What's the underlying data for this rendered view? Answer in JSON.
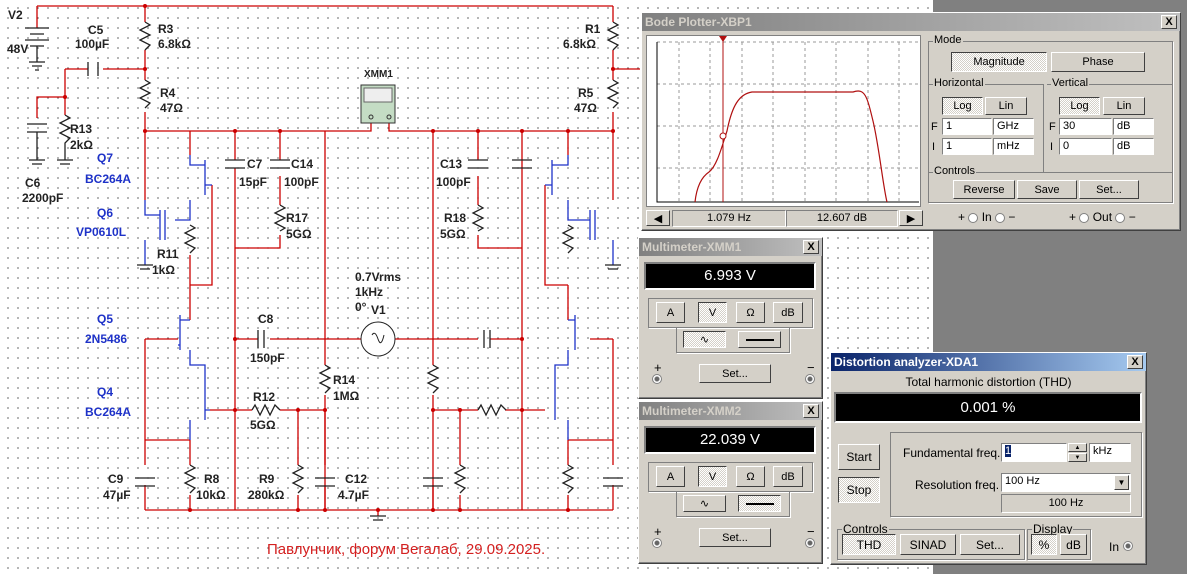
{
  "schematic": {
    "caption": "Павлунчик, форум Вегалаб, 29.09.2025.",
    "colors": {
      "wire": "#cc0000",
      "transistor": "#1e32c8",
      "caption": "#d42020"
    },
    "components": {
      "V2": {
        "ref": "V2",
        "value": "48V"
      },
      "C5": {
        "ref": "C5",
        "value": "100µF"
      },
      "R3": {
        "ref": "R3",
        "value": "6.8kΩ"
      },
      "R4": {
        "ref": "R4",
        "value": "47Ω"
      },
      "R13": {
        "ref": "R13",
        "value": "2kΩ"
      },
      "C6": {
        "ref": "C6",
        "value": "2200pF"
      },
      "Q7": {
        "ref": "Q7",
        "value": "BC264A"
      },
      "Q6": {
        "ref": "Q6",
        "value": "VP0610L"
      },
      "R11": {
        "ref": "R11",
        "value": "1kΩ"
      },
      "C7": {
        "ref": "C7",
        "value": "15pF"
      },
      "C14": {
        "ref": "C14",
        "value": "100pF"
      },
      "R17": {
        "ref": "R17",
        "value": "5GΩ"
      },
      "XMM1": {
        "ref": "XMM1"
      },
      "R1": {
        "ref": "R1",
        "value": "6.8kΩ"
      },
      "R5": {
        "ref": "R5",
        "value": "47Ω"
      },
      "C13": {
        "ref": "C13",
        "value": "100pF"
      },
      "R18": {
        "ref": "R18",
        "value": "5GΩ"
      },
      "V1": {
        "ref": "V1",
        "amp": "0.7Vrms",
        "freq": "1kHz",
        "phase": "0°"
      },
      "Q5": {
        "ref": "Q5",
        "value": "2N5486"
      },
      "Q4": {
        "ref": "Q4",
        "value": "BC264A"
      },
      "C8": {
        "ref": "C8",
        "value": "150pF"
      },
      "R14": {
        "ref": "R14",
        "value": "1MΩ"
      },
      "R12": {
        "ref": "R12",
        "value": "5GΩ"
      },
      "C9": {
        "ref": "C9",
        "value": "47µF"
      },
      "R8": {
        "ref": "R8",
        "value": "10kΩ"
      },
      "R9": {
        "ref": "R9",
        "value": "280kΩ"
      },
      "C12": {
        "ref": "C12",
        "value": "4.7µF"
      }
    }
  },
  "bode": {
    "title": "Bode Plotter-XBP1",
    "close": "X",
    "mode_label": "Mode",
    "magnitude": "Magnitude",
    "phase": "Phase",
    "active_mode": "Magnitude",
    "horizontal_label": "Horizontal",
    "vertical_label": "Vertical",
    "log": "Log",
    "lin": "Lin",
    "h_scale": "Log",
    "v_scale": "Log",
    "F": "F",
    "I": "I",
    "h_final": "1",
    "h_final_unit": "GHz",
    "h_initial": "1",
    "h_initial_unit": "mHz",
    "v_final": "30",
    "v_final_unit": "dB",
    "v_initial": "0",
    "v_initial_unit": "dB",
    "controls_label": "Controls",
    "reverse": "Reverse",
    "save": "Save",
    "set": "Set...",
    "cursor_freq": "1.079  Hz",
    "cursor_value": "12.607 dB",
    "in_label": "In",
    "out_label": "Out",
    "plus": "+",
    "minus": "−",
    "trace_color": "#b01010"
  },
  "xmm1": {
    "title": "Multimeter-XMM1",
    "close": "X",
    "reading": "6.993 V",
    "a": "A",
    "v": "V",
    "ohm": "Ω",
    "db": "dB",
    "active_unit": "V",
    "mode": "AC",
    "set": "Set...",
    "plus": "+",
    "minus": "−"
  },
  "xmm2": {
    "title": "Multimeter-XMM2",
    "close": "X",
    "reading": "22.039 V",
    "a": "A",
    "v": "V",
    "ohm": "Ω",
    "db": "dB",
    "active_unit": "V",
    "mode": "DC",
    "set": "Set...",
    "plus": "+",
    "minus": "−"
  },
  "xda": {
    "title": "Distortion analyzer-XDA1",
    "close": "X",
    "heading": "Total harmonic distortion (THD)",
    "reading": "0.001 %",
    "start": "Start",
    "stop": "Stop",
    "fund_label": "Fundamental freq.",
    "fund_value": "1",
    "fund_unit": "kHz",
    "res_label": "Resolution freq.",
    "res_value": "100 Hz",
    "res_display": "100 Hz",
    "controls_label": "Controls",
    "thd": "THD",
    "sinad": "SINAD",
    "set": "Set...",
    "display_label": "Display",
    "pct": "%",
    "db": "dB",
    "in_label": "In"
  }
}
